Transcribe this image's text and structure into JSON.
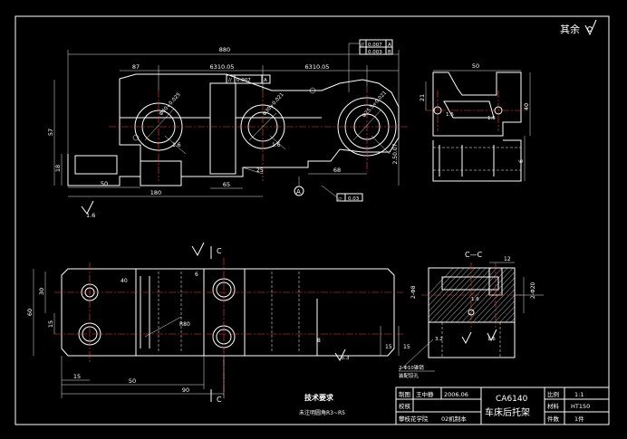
{
  "roughness": "其余",
  "views": {
    "front": {
      "dims": [
        "880",
        "87",
        "6310.05",
        "6310.05",
        "57",
        "18",
        "50",
        "180",
        "65",
        "68",
        "25",
        "2.50.07"
      ],
      "gdt": [
        "//",
        "0.007",
        "A",
        "0.003",
        "B"
      ],
      "gdt2": [
        "//",
        "0.007",
        "A"
      ],
      "datum_a": "A",
      "datum_b": "B",
      "flat": "0.03",
      "rough1": "1.6",
      "rough2": "1.6",
      "rough3": "1.6"
    },
    "side": {
      "dims": [
        "50",
        "21",
        "40",
        "6",
        "1.6",
        "1.6"
      ]
    },
    "top": {
      "section_mark": "C",
      "dims": [
        "30",
        "60",
        "15",
        "15",
        "50",
        "90",
        "40",
        "6",
        "15",
        "15",
        "8",
        "6.3"
      ],
      "note_radius": "R80"
    },
    "section": {
      "title": "C—C",
      "dims": [
        "12",
        "2-Φ8",
        "2-Φ20",
        "1.6",
        "3.2",
        "1.6"
      ],
      "note1": "2-Φ10锥销",
      "note2": "装配铰孔"
    }
  },
  "technical": {
    "title": "技术要求",
    "line1": "未注明圆角R3~R5"
  },
  "title_block": {
    "r1_label": "制图",
    "r1_name": "王中静",
    "r1_date": "2006.06",
    "r2_label": "校核",
    "r3_text": "攀枝花学院",
    "r3_class": "02机制本",
    "part_code": "CA6140",
    "part_name": "车床后托架",
    "scale_label": "比例",
    "scale_value": "1:1",
    "material_label": "材料",
    "material_value": "HT150",
    "qty_label": "件数",
    "qty_value": "1件"
  }
}
